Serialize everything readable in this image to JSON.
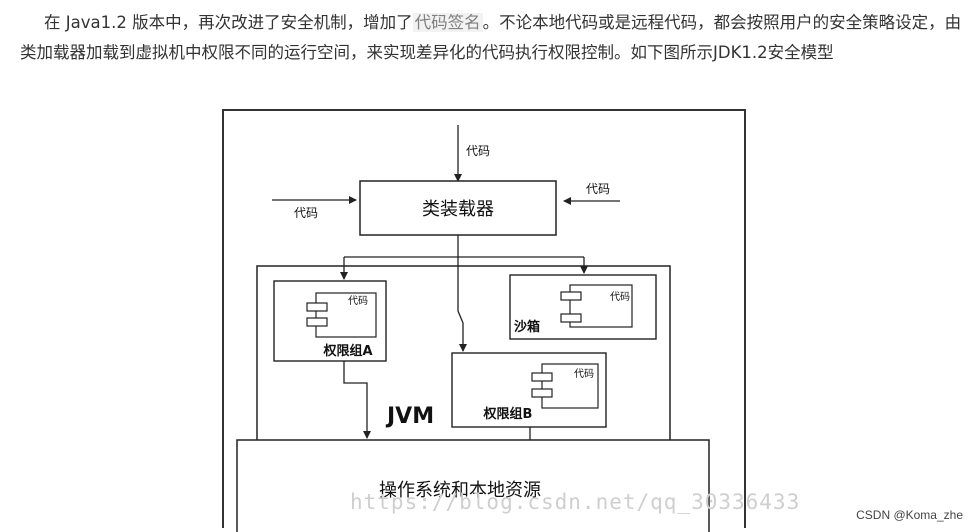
{
  "article": {
    "para_prefix": "在 Java1.2 版本中，再次改进了安全机制，增加了",
    "para_highlight": "代码签名",
    "para_suffix": "。不论本地代码或是远程代码，都会按照用户的安全策略设定，由类加载器加载到虚拟机中权限不同的运行空间，来实现差异化的代码执行权限控制。如下图所示JDK1.2安全模型"
  },
  "diagram": {
    "code_label": "代码",
    "class_loader": "类装载器",
    "jvm": "JVM",
    "group_a": "权限组A",
    "group_b": "权限组B",
    "sandbox": "沙箱",
    "os": "操作系统和本地资源"
  },
  "watermark": "https://blog.csdn.net/qq_30336433",
  "credit": "CSDN @Koma_zhe"
}
